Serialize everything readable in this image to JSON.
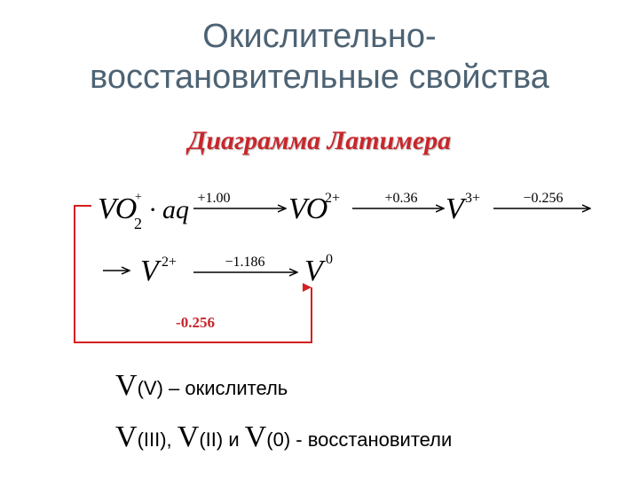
{
  "slide": {
    "title_line1": "Окислительно-",
    "title_line2": "восстановительные свойства",
    "subtitle": "Диаграмма Латимера"
  },
  "diagram": {
    "species": {
      "vo2": "VO",
      "vo2_sup": "+",
      "vo2_sub": "2",
      "aq": "· aq",
      "vo": "VO",
      "vo_sup": "2+",
      "v3": "V",
      "v3_sup": "3+",
      "v2": "V",
      "v2_sup": "2+",
      "v0": "V",
      "v0_sup": "0"
    },
    "potentials": {
      "vo2_to_vo": "+1.00",
      "vo_to_v3": "+0.36",
      "v3_to_v2": "−0.256",
      "v2_to_v0": "−1.186",
      "overall": "-0.256"
    },
    "colors": {
      "bracket": "#d42020",
      "overall_label": "#c8262b"
    }
  },
  "notes": {
    "line1_v": "V",
    "line1_text": "(V) – окислитель",
    "line2_v1": "V",
    "line2_text1": "(III), ",
    "line2_v2": "V",
    "line2_text2": "(II) и ",
    "line2_v3": "V",
    "line2_text3": "(0) - восстановители"
  }
}
